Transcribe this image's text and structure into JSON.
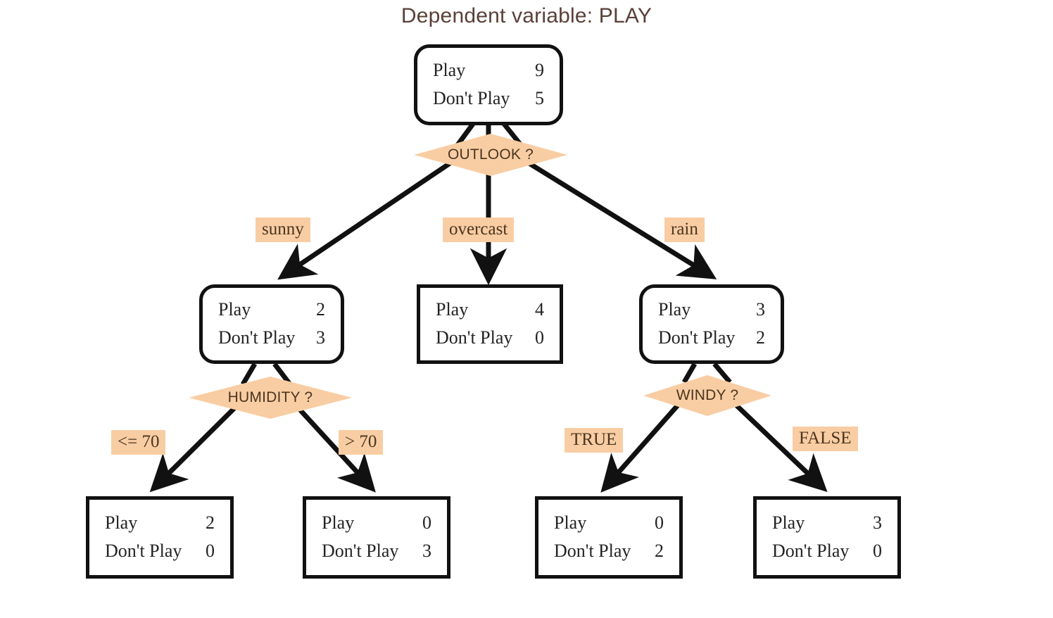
{
  "title": "Dependent variable: PLAY",
  "palette": {
    "accent_peach": "#f9cda3",
    "title_color": "#5a4038",
    "label_text": "#4a3520",
    "node_border": "#111111",
    "node_text": "#232323",
    "background": "#ffffff"
  },
  "labels": {
    "play": "Play",
    "dont_play": "Don't Play"
  },
  "chart_data": {
    "type": "tree",
    "title": "Dependent variable: PLAY",
    "target_variable": "PLAY",
    "classes": [
      "Play",
      "Don't Play"
    ],
    "nodes": [
      {
        "id": "root",
        "kind": "internal",
        "play": "9",
        "dont_play": "5",
        "split": "OUTLOOK ?"
      },
      {
        "id": "sunny",
        "kind": "internal",
        "play": "2",
        "dont_play": "3",
        "split": "HUMIDITY ?"
      },
      {
        "id": "overcast",
        "kind": "leaf",
        "play": "4",
        "dont_play": "0",
        "split": null
      },
      {
        "id": "rain",
        "kind": "internal",
        "play": "3",
        "dont_play": "2",
        "split": "WINDY ?"
      },
      {
        "id": "hum-le70",
        "kind": "leaf",
        "play": "2",
        "dont_play": "0",
        "split": null
      },
      {
        "id": "hum-gt70",
        "kind": "leaf",
        "play": "0",
        "dont_play": "3",
        "split": null
      },
      {
        "id": "windy-true",
        "kind": "leaf",
        "play": "0",
        "dont_play": "2",
        "split": null
      },
      {
        "id": "windy-false",
        "kind": "leaf",
        "play": "3",
        "dont_play": "0",
        "split": null
      }
    ],
    "edges": [
      {
        "from": "root",
        "to": "sunny",
        "label": "sunny"
      },
      {
        "from": "root",
        "to": "overcast",
        "label": "overcast"
      },
      {
        "from": "root",
        "to": "rain",
        "label": "rain"
      },
      {
        "from": "sunny",
        "to": "hum-le70",
        "label": "<= 70"
      },
      {
        "from": "sunny",
        "to": "hum-gt70",
        "label": "> 70"
      },
      {
        "from": "rain",
        "to": "windy-true",
        "label": "TRUE"
      },
      {
        "from": "rain",
        "to": "windy-false",
        "label": "FALSE"
      }
    ]
  }
}
